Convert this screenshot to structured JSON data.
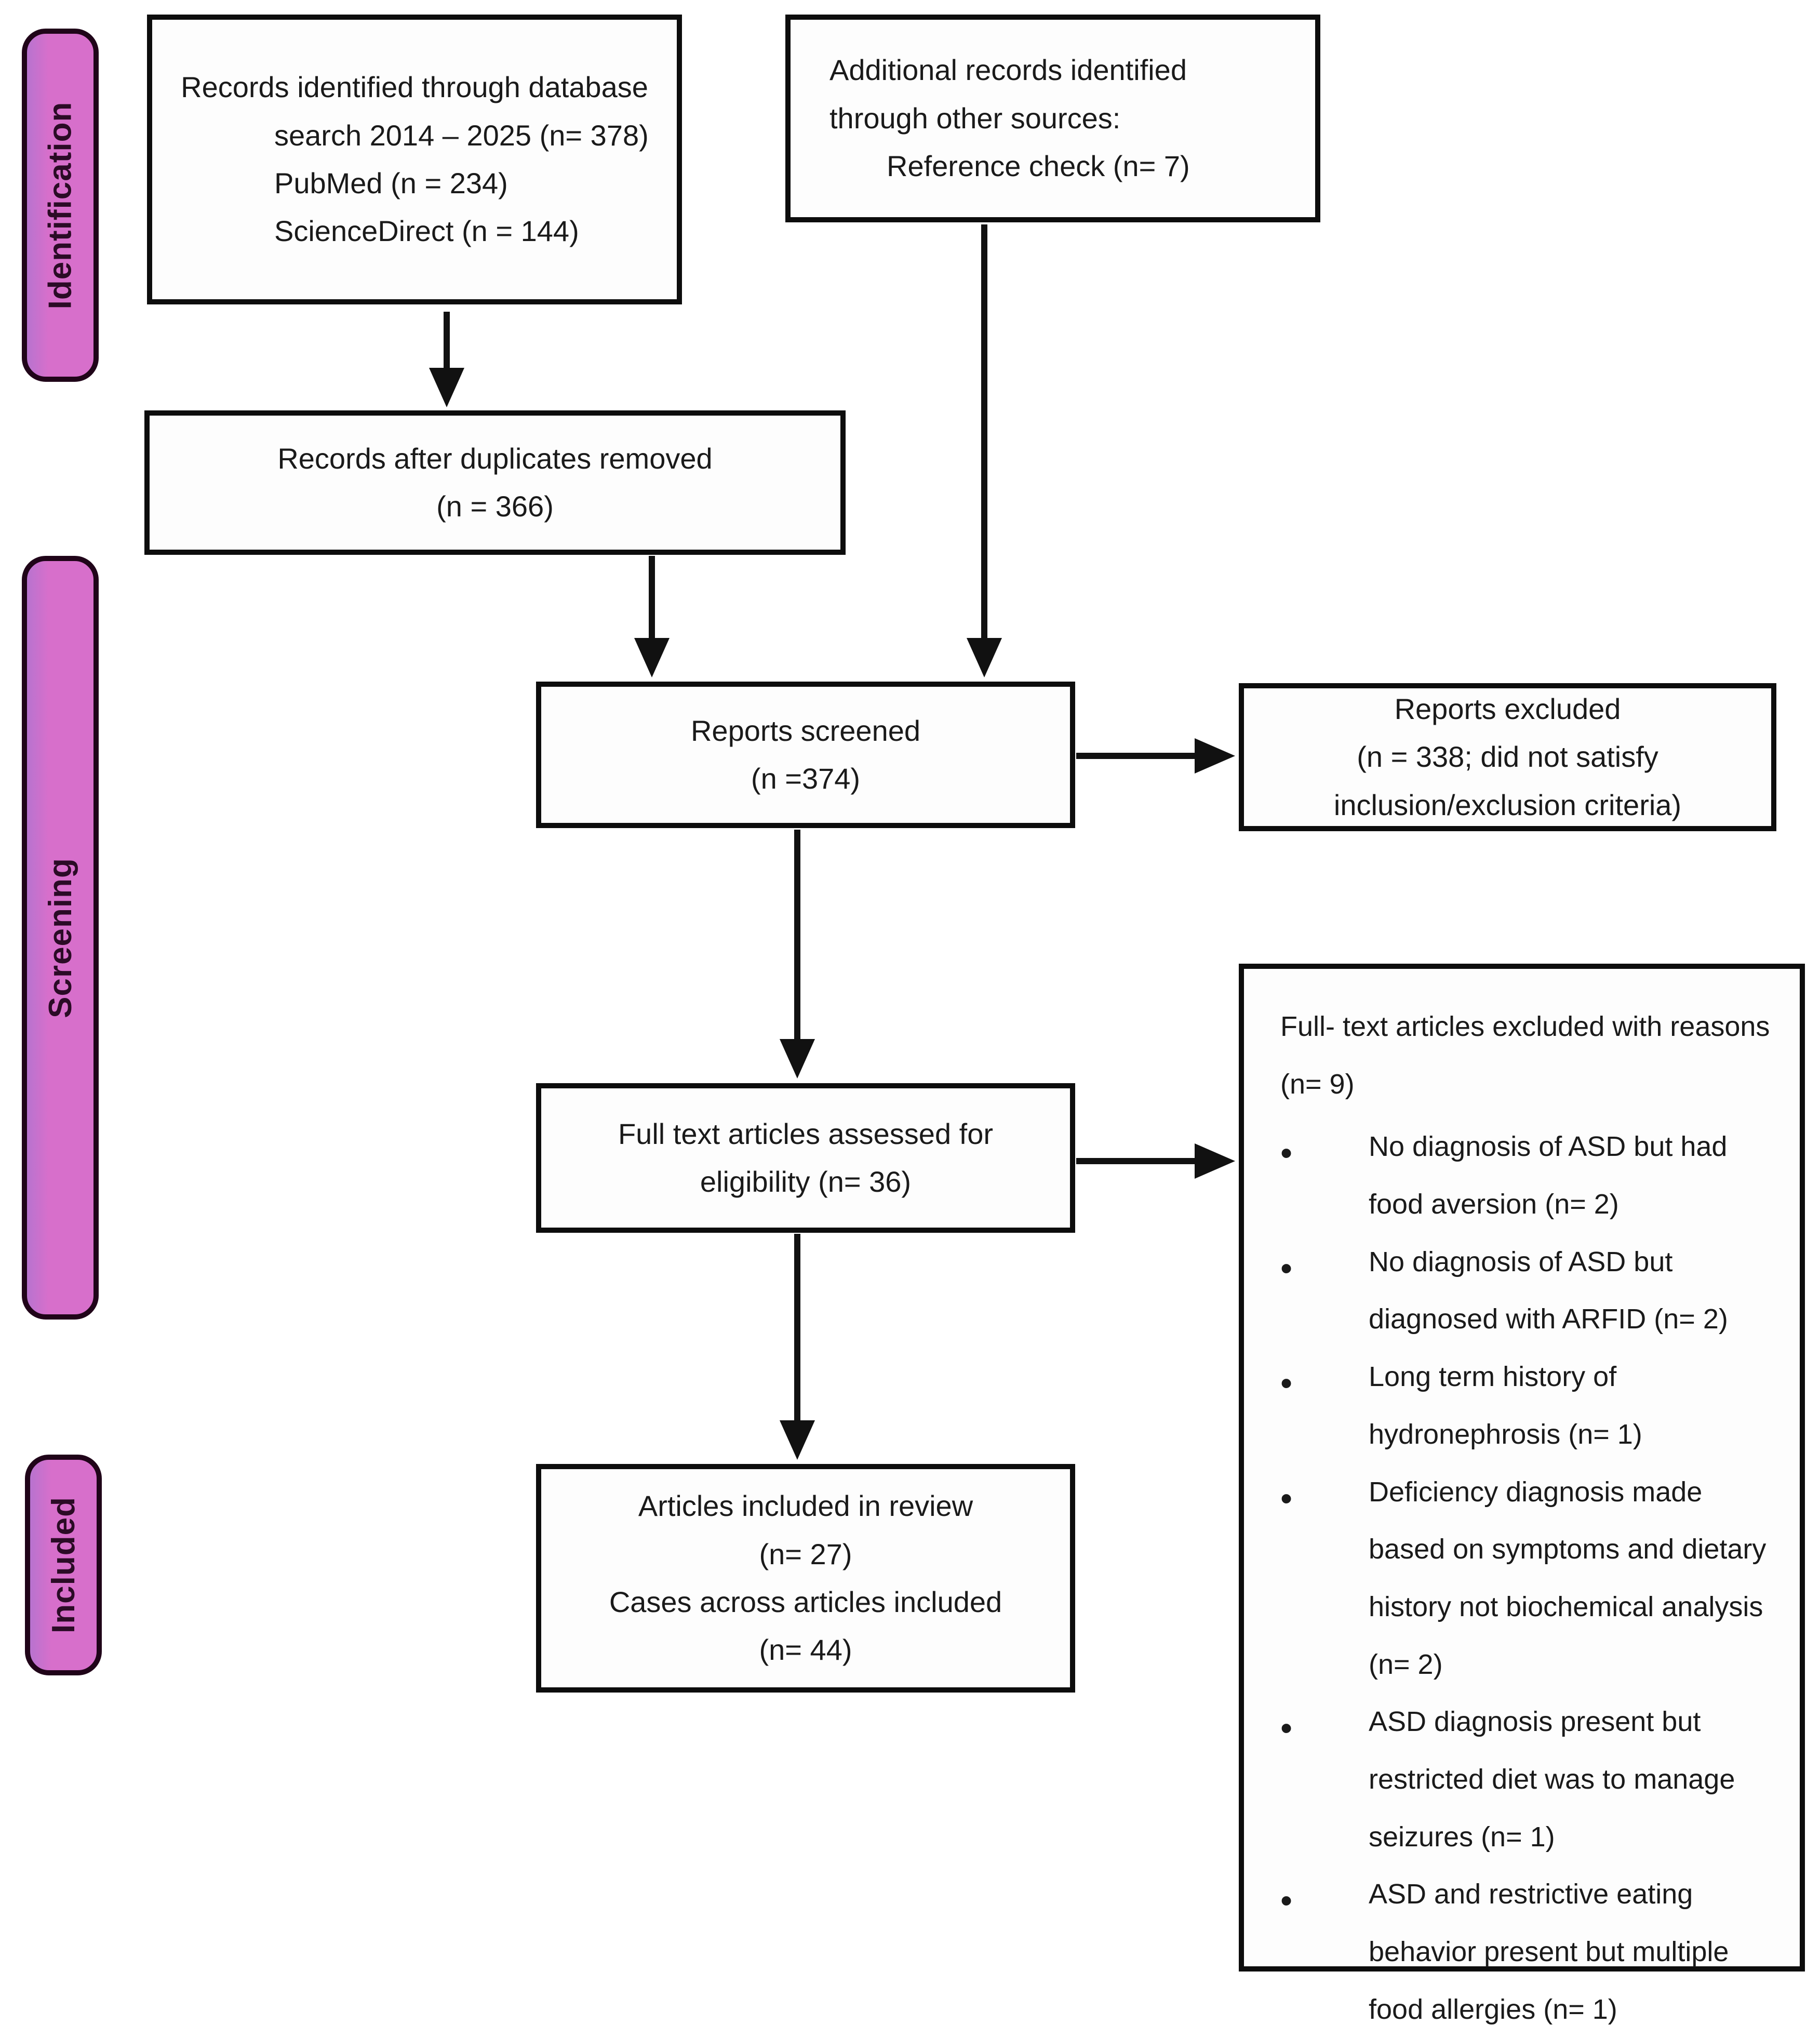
{
  "diagram": {
    "type": "prisma-flow-diagram",
    "colors": {
      "stage_fill": "#d76fcb",
      "stage_fill_edge": "#b873cf",
      "stage_border": "#200419",
      "stage_text": "#2b0b26",
      "box_border": "#0d0d0d",
      "text": "#1a1a1a",
      "background": "#ffffff"
    },
    "stages": [
      {
        "label": "Identification"
      },
      {
        "label": "Screening"
      },
      {
        "label": "Included"
      }
    ],
    "boxes": {
      "records_identified": {
        "lines": [
          "Records identified through database",
          "search 2014 – 2025 (n= 378)",
          "PubMed (n = 234)",
          "ScienceDirect (n = 144)"
        ]
      },
      "additional_records": {
        "lines": [
          "Additional records identified",
          "through other sources:",
          "Reference check (n= 7)"
        ]
      },
      "duplicates_removed": {
        "lines": [
          "Records after duplicates removed",
          "(n = 366)"
        ]
      },
      "reports_screened": {
        "lines": [
          "Reports screened",
          "(n =374)"
        ]
      },
      "reports_excluded": {
        "lines": [
          "Reports excluded",
          "(n = 338; did not satisfy",
          "inclusion/exclusion criteria)"
        ]
      },
      "full_text_assessed": {
        "lines": [
          "Full text articles assessed for",
          "eligibility (n= 36)"
        ]
      },
      "articles_included": {
        "lines": [
          "Articles included in review",
          "(n= 27)",
          "Cases across articles included",
          "(n= 44)"
        ]
      },
      "full_text_excluded": {
        "heading": "Full- text articles excluded with reasons (n= 9)",
        "bullets": [
          "No diagnosis of ASD but had food aversion (n= 2)",
          "No diagnosis of ASD but diagnosed with ARFID (n= 2)",
          "Long term history of hydronephrosis (n= 1)",
          "Deficiency diagnosis made based on symptoms and dietary history not biochemical analysis (n= 2)",
          "ASD diagnosis present but restricted diet was to manage seizures (n= 1)",
          "ASD and restrictive eating behavior present but multiple food allergies (n= 1)"
        ]
      }
    }
  }
}
